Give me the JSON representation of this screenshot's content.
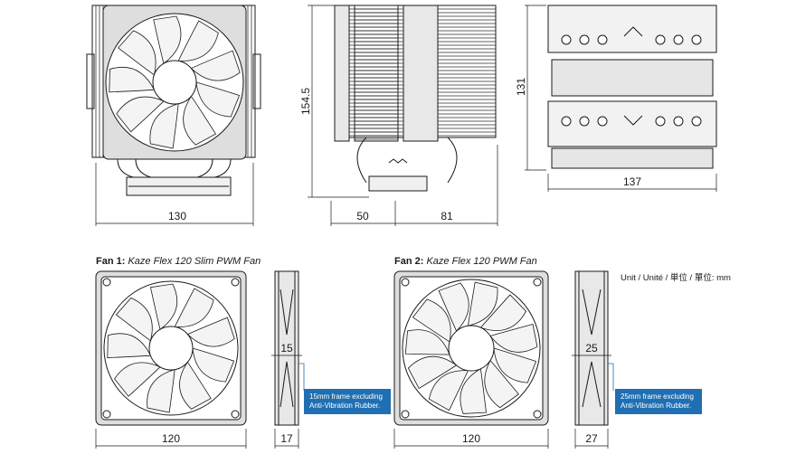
{
  "heatsink": {
    "dims": {
      "front_width": "130",
      "side_height": "154.5",
      "side_left": "50",
      "side_right": "81",
      "top_depth": "131",
      "top_width": "137"
    }
  },
  "fan1": {
    "title": "Fan 1:",
    "subtitle": "Kaze Flex 120 Slim PWM Fan",
    "width": "120",
    "thickness": "17",
    "frame": "15",
    "note": "15mm frame excluding Anti-Vibration Rubber."
  },
  "fan2": {
    "title": "Fan 2:",
    "subtitle": "Kaze Flex 120 PWM Fan",
    "width": "120",
    "thickness": "27",
    "frame": "25",
    "note": "25mm frame excluding Anti-Vibration Rubber."
  },
  "units_text": "Unit / Unité / 単位 / 單位: mm",
  "colors": {
    "line": "#1a1a1a",
    "accent": "#1f6fb2",
    "fan_fill": "#dedede"
  }
}
